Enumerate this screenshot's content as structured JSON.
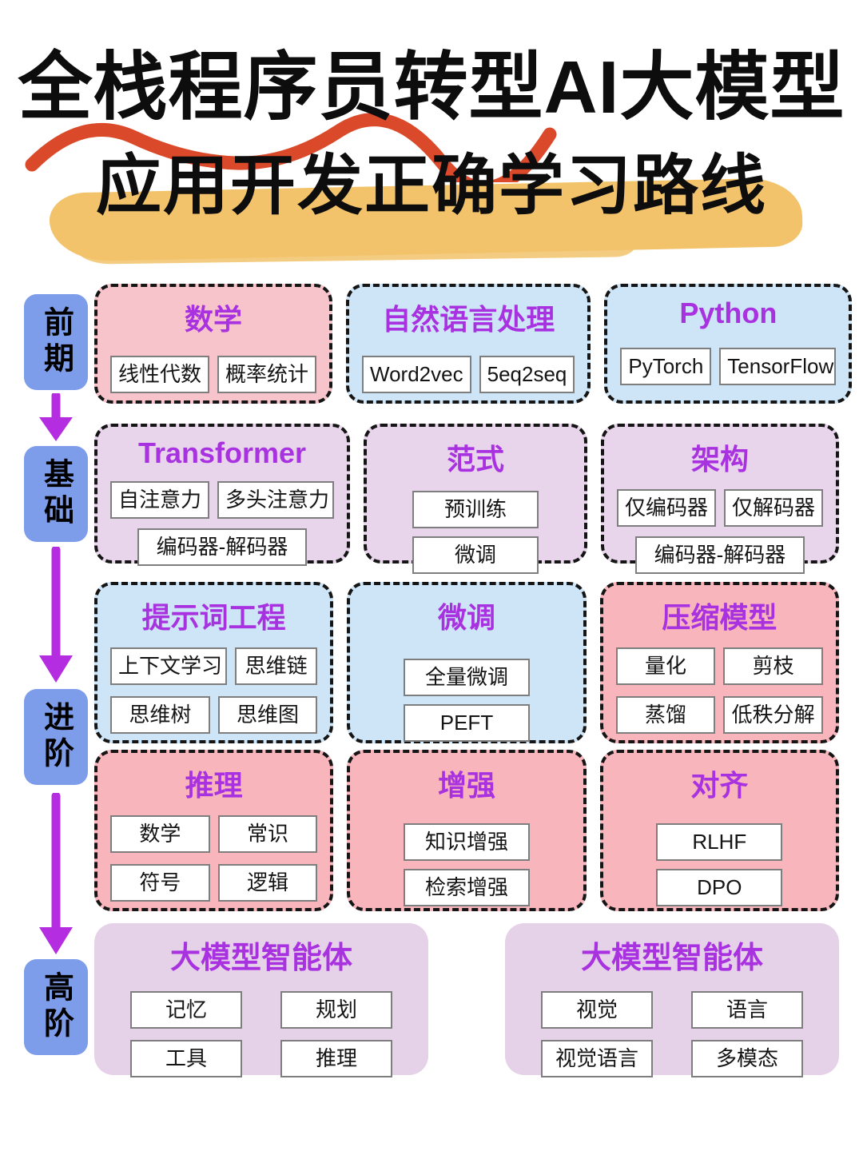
{
  "title": {
    "line1": "全栈程序员转型AI大模型",
    "line2": "应用开发正确学习路线"
  },
  "stages": [
    "前期",
    "基础",
    "进阶",
    "高阶"
  ],
  "cards": {
    "math": {
      "title": "数学",
      "items": [
        "线性代数",
        "概率统计"
      ]
    },
    "nlp": {
      "title": "自然语言处理",
      "items": [
        "Word2vec",
        "5eq2seq"
      ]
    },
    "python": {
      "title": "Python",
      "items": [
        "PyTorch",
        "TensorFlow"
      ]
    },
    "transformer": {
      "title": "Transformer",
      "items": [
        "自注意力",
        "多头注意力",
        "编码器-解码器"
      ]
    },
    "paradigm": {
      "title": "范式",
      "items": [
        "预训练",
        "微调"
      ]
    },
    "architecture": {
      "title": "架构",
      "items": [
        "仅编码器",
        "仅解码器",
        "编码器-解码器"
      ]
    },
    "prompt": {
      "title": "提示词工程",
      "items": [
        "上下文学习",
        "思维链",
        "思维树",
        "思维图"
      ]
    },
    "finetune": {
      "title": "微调",
      "items": [
        "全量微调",
        "PEFT"
      ]
    },
    "compress": {
      "title": "压缩模型",
      "items": [
        "量化",
        "剪枝",
        "蒸馏",
        "低秩分解"
      ]
    },
    "reasoning": {
      "title": "推理",
      "items": [
        "数学",
        "常识",
        "符号",
        "逻辑"
      ]
    },
    "augment": {
      "title": "增强",
      "items": [
        "知识增强",
        "检索增强"
      ]
    },
    "align": {
      "title": "对齐",
      "items": [
        "RLHF",
        "DPO"
      ]
    },
    "agent_left": {
      "title": "大模型智能体",
      "items": [
        "记忆",
        "规划",
        "工具",
        "推理"
      ]
    },
    "agent_right": {
      "title": "大模型智能体",
      "items": [
        "视觉",
        "语言",
        "视觉语言",
        "多模态"
      ]
    }
  },
  "colors": {
    "accent_purple": "#A832E0",
    "card_pink": "#F7C4CB",
    "card_pink_deep": "#F9B5BC",
    "card_blue": "#CEE5F8",
    "card_lilac": "#E8D5EB",
    "card_lilac_solid": "#E6D2E8",
    "stage_blue": "#7D9CEA",
    "arrow_magenta": "#B42DE0",
    "squiggle_red": "#D8401F",
    "highlight_yellow": "#F2C36B"
  }
}
